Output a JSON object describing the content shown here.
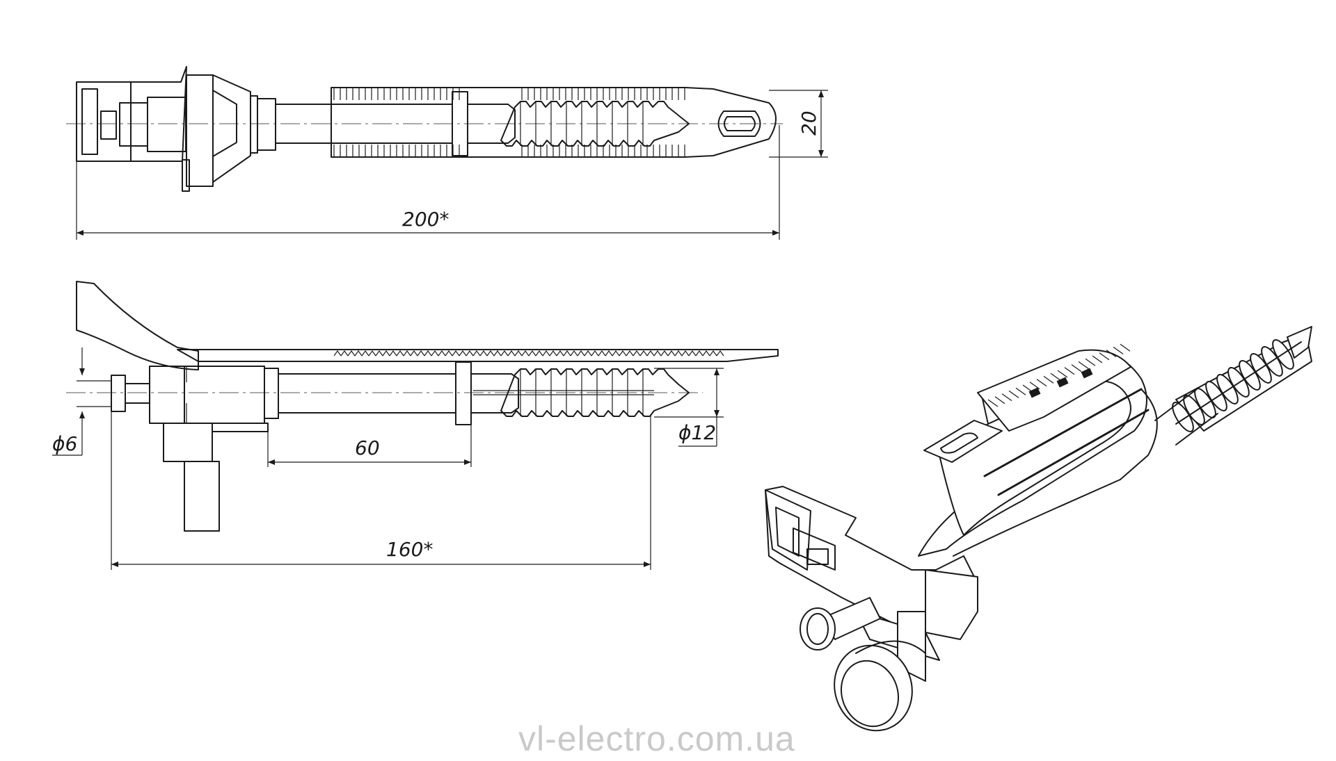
{
  "dimensions": {
    "width_20": "20",
    "length_200": "200*",
    "diameter_6": "ϕ6",
    "diameter_12": "ϕ12",
    "length_60": "60",
    "length_160": "160*"
  },
  "watermark": "vl-electro.com.ua",
  "colors": {
    "line": "#1a1a1a",
    "background": "#ffffff",
    "watermark": "#c9c9c9"
  }
}
